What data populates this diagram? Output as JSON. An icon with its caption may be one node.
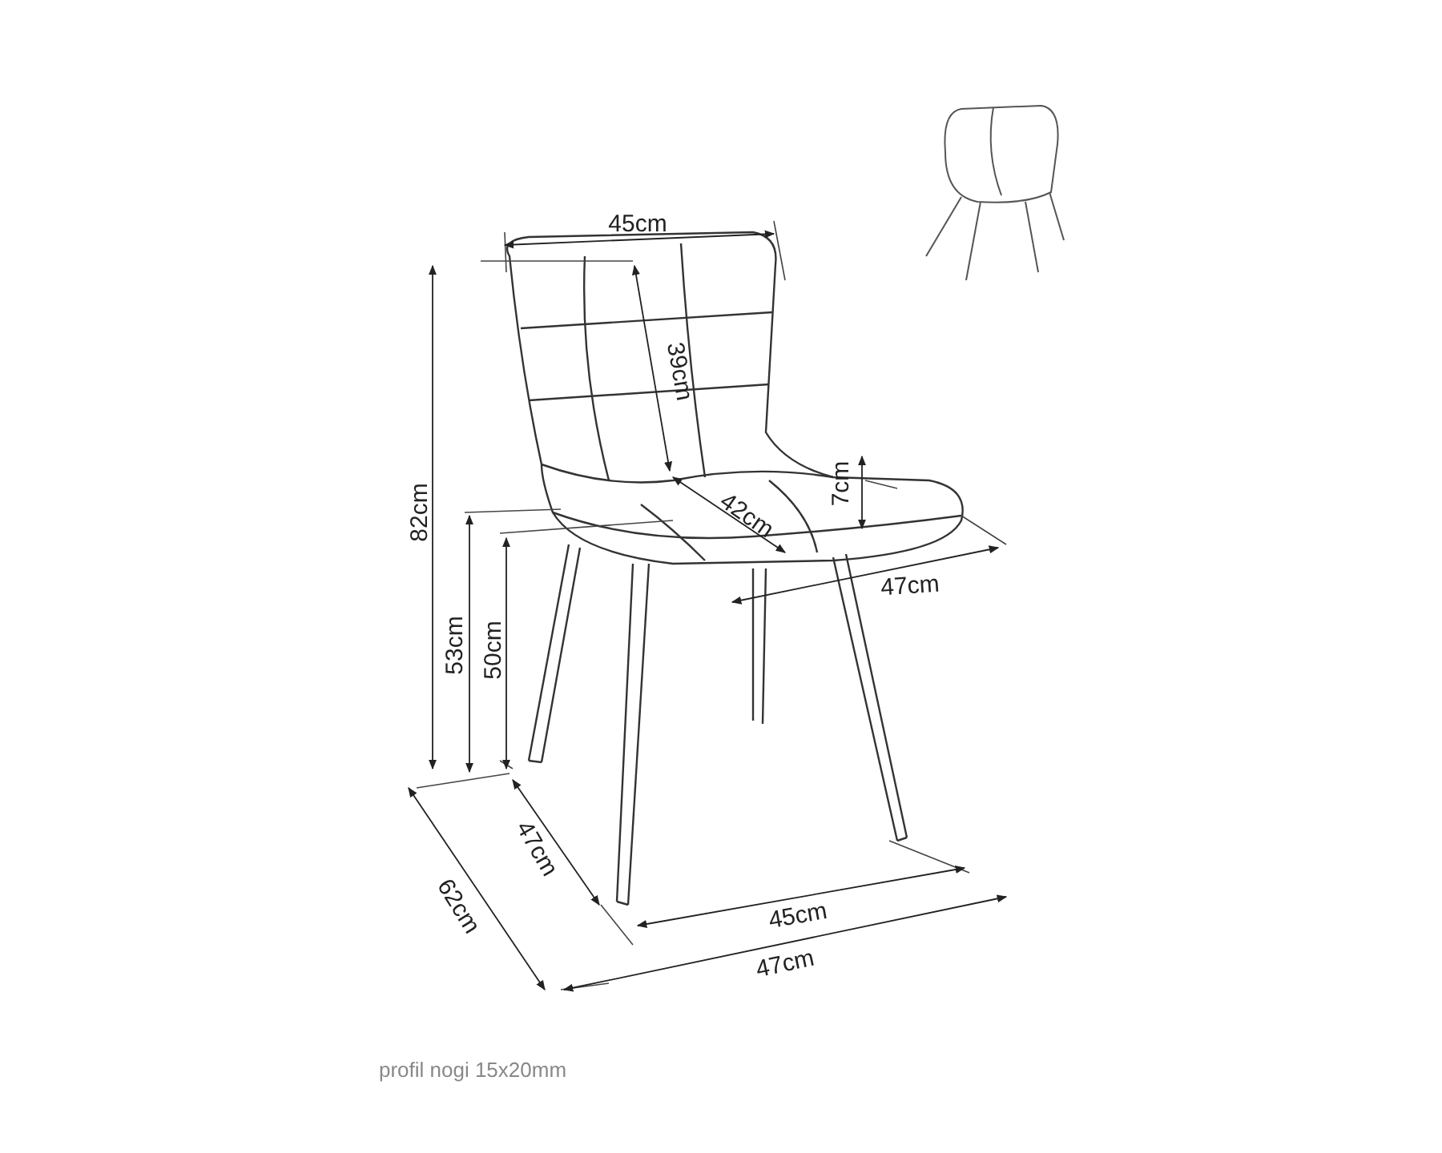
{
  "diagram": {
    "labels": [
      "45cm",
      "39cm",
      "82cm",
      "42cm",
      "7cm",
      "47cm",
      "53cm",
      "50cm",
      "47cm",
      "62cm",
      "45cm",
      "47cm",
      "profil nogi 15x20mm"
    ]
  }
}
